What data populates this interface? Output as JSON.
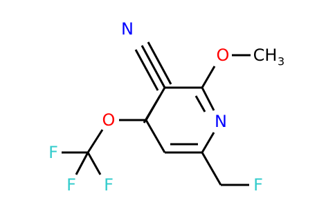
{
  "molecule": {
    "atoms": {
      "nitrile_n": {
        "symbol": "N",
        "color": "#0000ff"
      },
      "methoxy_o": {
        "symbol": "O",
        "color": "#ff0000"
      },
      "methyl_c": {
        "symbol": "CH",
        "subscript": "3",
        "color": "#000000"
      },
      "ring_n": {
        "symbol": "N",
        "color": "#0000ff"
      },
      "ether_o": {
        "symbol": "O",
        "color": "#ff0000"
      },
      "f1": {
        "symbol": "F",
        "color": "#33cccc"
      },
      "f2": {
        "symbol": "F",
        "color": "#33cccc"
      },
      "f3": {
        "symbol": "F",
        "color": "#33cccc"
      },
      "f4": {
        "symbol": "F",
        "color": "#33cccc"
      }
    }
  }
}
